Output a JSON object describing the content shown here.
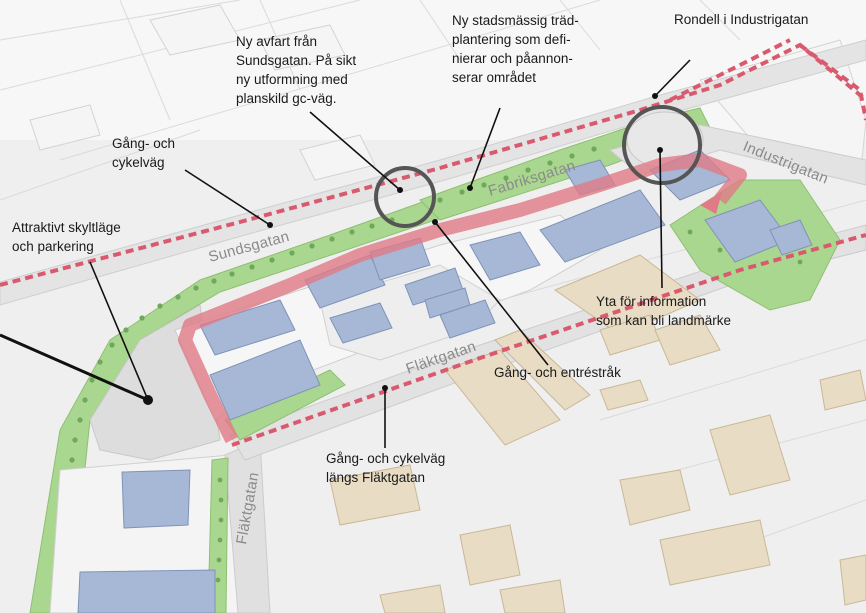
{
  "map": {
    "streets": {
      "sundsgatan": "Sundsgatan",
      "fabriksgatan": "Fabriksgatan",
      "industrigatan": "Industrigatan",
      "flaktgatan_bottom": "Fläktgatan",
      "flaktgatan_left": "Fläktgatan"
    },
    "annotations": {
      "avfart": [
        "Ny avfart från",
        "Sundsgatan. På sikt",
        "ny utformning med",
        "planskild gc-väg."
      ],
      "tradplantering": [
        "Ny stadsmässig träd-",
        "plantering som defi-",
        "nierar och påannon-",
        "serar området"
      ],
      "rondell": [
        "Rondell i Industrigatan"
      ],
      "gc_vag": [
        "Gång- och",
        "cykelväg"
      ],
      "skyltlage": [
        "Attraktivt skyltläge",
        "och parkering"
      ],
      "information": [
        "Yta för information",
        "som kan bli landmärke"
      ],
      "entrestrak": [
        "Gång- och entréstråk"
      ],
      "gc_flakt": [
        "Gång- och cykelväg",
        "längs Fläktgatan"
      ]
    },
    "colors": {
      "greenery": "#a9d78f",
      "buildings_new": "#a7b8d6",
      "buildings_existing": "#e8dcc4",
      "route": "#e07a86",
      "dashed_path": "#d95a6e",
      "circle": "#555555"
    }
  }
}
